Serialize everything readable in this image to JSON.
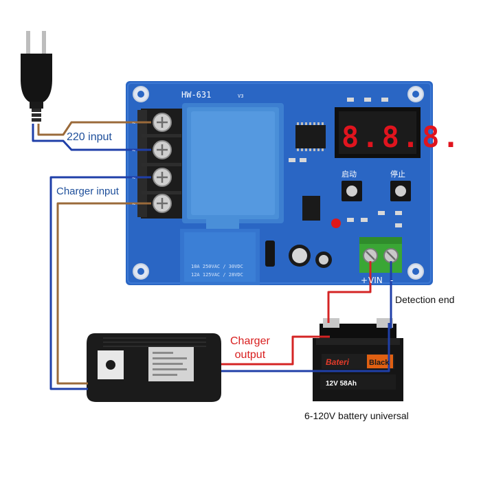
{
  "labels": {
    "ac_input": "220 input",
    "charger_input": "Charger input",
    "detection_end": "Detection end",
    "charger_output": "Charger\noutput",
    "battery_caption": "6-120V battery universal"
  },
  "board": {
    "model": "HW-631",
    "version": "V3",
    "display": "8.8.8.",
    "start_label": "启动",
    "stop_label": "停止",
    "relay_line1": "10A  250VAC / 30VDC",
    "relay_line2": "12A  125VAC / 28VDC",
    "vin_plus": "+",
    "vin_label": "VIN",
    "vin_minus": "-",
    "terminal_marks": [
      "~",
      "~",
      "~",
      "~"
    ],
    "colors": {
      "pcb": "#2a66c4",
      "terminal_block": "#1c1c1c",
      "transformer": "#4a8fd8",
      "relay": "#3b7fd6",
      "display_digit": "#e0141e",
      "screw_terminal": "#3aa635"
    }
  },
  "battery": {
    "brand": "Bateri",
    "badge": "Black",
    "rating": "12V 58Ah",
    "colors": {
      "top": "#0e0e0e",
      "body": "#151515",
      "badge": "#e06012"
    }
  },
  "wire_colors": {
    "brown": "#9a6a3a",
    "blue": "#1f3fa8",
    "red": "#d42424"
  },
  "icons": [
    "power-plug-icon",
    "charger-adapter-icon",
    "battery-icon"
  ]
}
